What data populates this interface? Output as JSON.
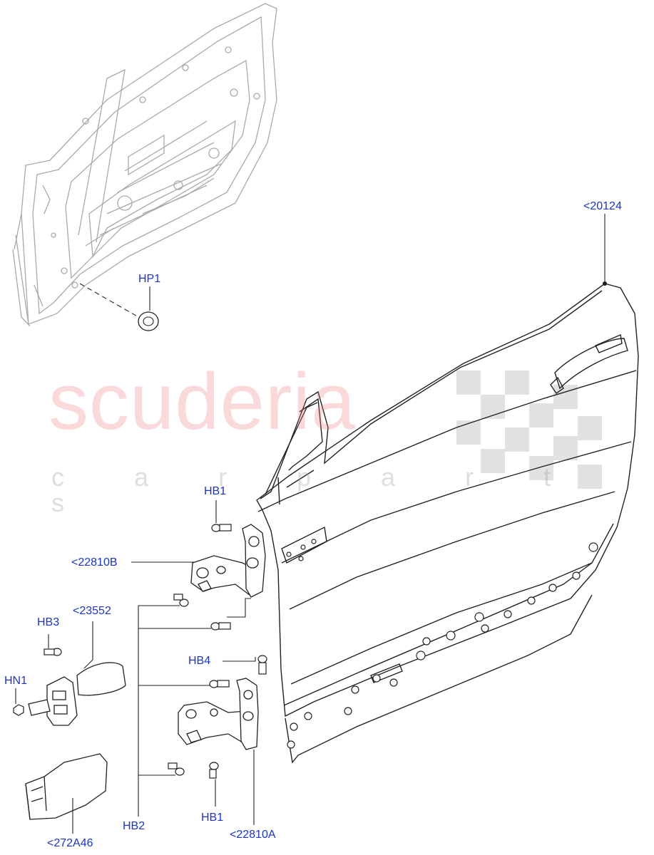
{
  "watermark": {
    "brand": "scuderia",
    "tagline": "c a r p a r t s"
  },
  "callouts": {
    "door_shell": "<20124",
    "plug": "HP1",
    "upper_hinge_bolt": "HB1",
    "upper_hinge": "<22810B",
    "check_strap": "<23552",
    "check_bolt": "HB3",
    "check_nut": "HN1",
    "hinge_bolt_b4": "HB4",
    "hinge_bolts_b2": "HB2",
    "lower_hinge_bolt": "HB1",
    "lower_hinge": "<22810A",
    "check_cover": "<272A46"
  },
  "colors": {
    "callout": "#1a33d6",
    "line": "#222222",
    "ghost": "#a9a9a9"
  }
}
